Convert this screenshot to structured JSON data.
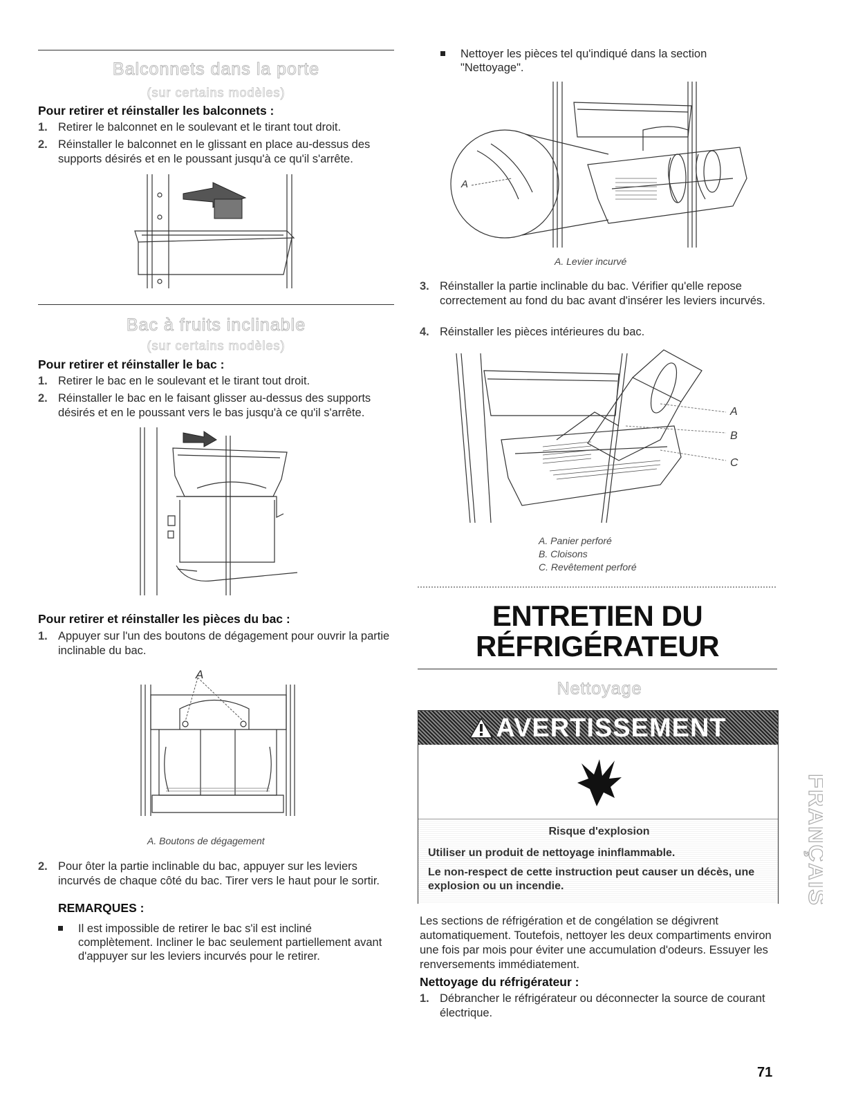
{
  "left": {
    "sec1": {
      "title": "Balconnets dans la porte",
      "subtitle": "(sur certains modèles)",
      "heading": "Pour retirer et réinstaller les balconnets :",
      "steps": [
        {
          "num": "1.",
          "text": "Retirer le balconnet en le soulevant et le tirant tout droit."
        },
        {
          "num": "2.",
          "text": "Réinstaller le balconnet en le glissant en place au-dessus des supports désirés et en le poussant jusqu'à ce qu'il s'arrête."
        }
      ]
    },
    "sec2": {
      "title": "Bac à fruits inclinable",
      "subtitle": "(sur certains modèles)",
      "heading": "Pour retirer et réinstaller le bac :",
      "steps": [
        {
          "num": "1.",
          "text": "Retirer le bac en le soulevant et le tirant tout droit."
        },
        {
          "num": "2.",
          "text": "Réinstaller le bac en le faisant glisser au-dessus des supports désirés et en le poussant vers le bas jusqu'à ce qu'il s'arrête."
        }
      ]
    },
    "sec3": {
      "heading": "Pour retirer et réinstaller les pièces du bac :",
      "steps": [
        {
          "num": "1.",
          "text": "Appuyer sur l'un des boutons de dégagement pour ouvrir la partie inclinable du bac."
        },
        {
          "num": "2.",
          "text": "Pour ôter la partie inclinable du bac, appuyer sur les leviers incurvés de chaque côté du bac. Tirer vers le haut pour le sortir."
        }
      ],
      "fig_label": "A",
      "caption": "A. Boutons de dégagement",
      "remarks_heading": "REMARQUES :",
      "remark": "Il est impossible de retirer le bac s'il est incliné complètement. Incliner le bac seulement partiellement avant d'appuyer sur les leviers incurvés pour le retirer."
    }
  },
  "right": {
    "bullet": "Nettoyer les pièces tel qu'indiqué dans la section \"Nettoyage\".",
    "fig1_label": "A",
    "fig1_caption": "A. Levier incurvé",
    "steps": [
      {
        "num": "3.",
        "text": "Réinstaller la partie inclinable du bac. Vérifier qu'elle repose correctement au fond du bac avant d'insérer les leviers incurvés."
      },
      {
        "num": "4.",
        "text": "Réinstaller les pièces intérieures du bac."
      }
    ],
    "fig2_labels": [
      "A",
      "B",
      "C"
    ],
    "fig2_captions": [
      "A. Panier perforé",
      "B. Cloisons",
      "C. Revêtement perforé"
    ],
    "main_title_line1": "ENTRETIEN DU",
    "main_title_line2": "RÉFRIGÉRATEUR",
    "cleaning_title": "Nettoyage",
    "warning": {
      "label": "AVERTISSEMENT",
      "risk": "Risque d'explosion",
      "line1": "Utiliser un produit de nettoyage ininflammable.",
      "line2": "Le non-respect de cette instruction peut causer un décès, une explosion ou un incendie."
    },
    "paragraph": "Les sections de réfrigération et de congélation se dégivrent automatiquement. Toutefois, nettoyer les deux compartiments environ une fois par mois pour éviter une accumulation d'odeurs. Essuyer les renversements immédiatement.",
    "heading": "Nettoyage du réfrigérateur :",
    "step1": {
      "num": "1.",
      "text": "Débrancher le réfrigérateur ou déconnecter la source de courant électrique."
    }
  },
  "side_tab": "FRANÇAIS",
  "page_number": "71"
}
